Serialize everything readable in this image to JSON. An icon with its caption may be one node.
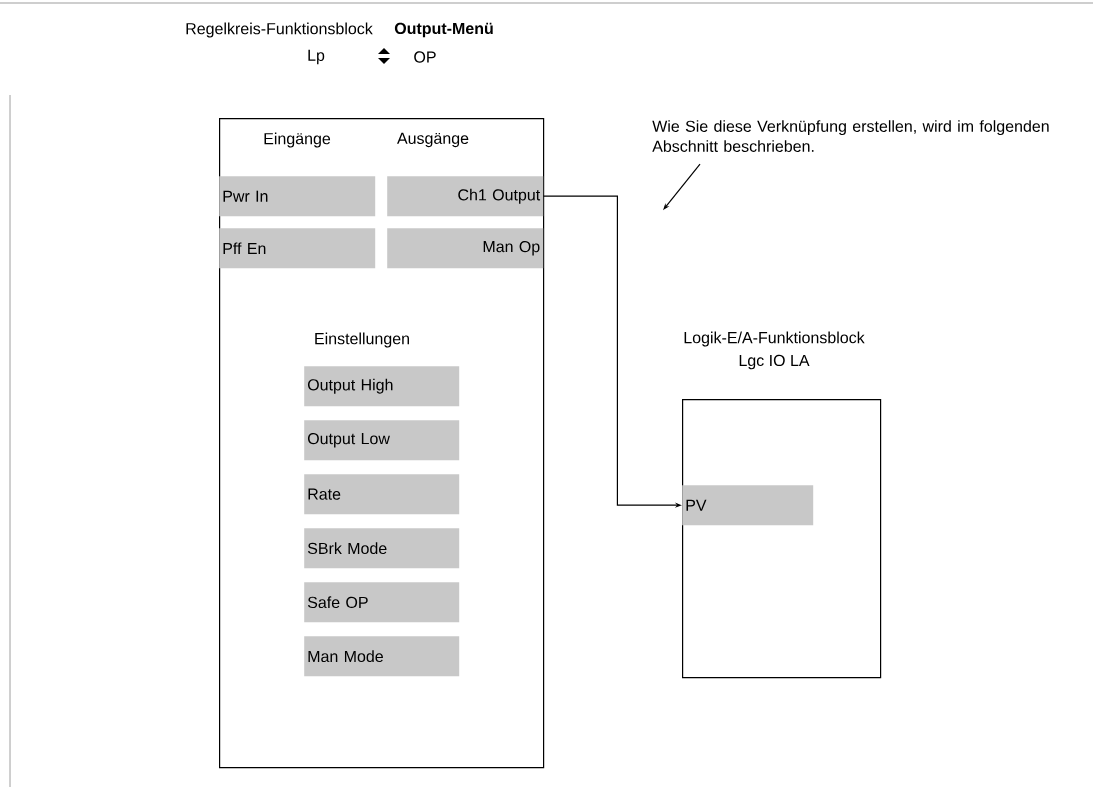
{
  "diagram": {
    "nodes": [
      {
        "text": [
          "Eingänge",
          "Ausgänge",
          "Einstellungen"
        ]
      },
      {
        "text": [
          "Pwr In"
        ],
        "in": 0
      },
      {
        "text": [
          "Ch1 Output"
        ],
        "in": 0
      },
      {
        "text": [
          "Pff En"
        ],
        "in": 0
      },
      {
        "text": [
          "Man Op"
        ],
        "in": 0
      },
      {
        "text": [
          "Output High"
        ],
        "in": 0
      },
      {
        "text": [
          "Output Low"
        ],
        "in": 0
      },
      {
        "text": [
          "Rate"
        ],
        "in": 0
      },
      {
        "text": [
          "SBrk Mode"
        ],
        "in": 0
      },
      {
        "text": [
          "Safe OP"
        ],
        "in": 0
      },
      {
        "text": [
          "Man Mode"
        ],
        "in": 0
      },
      {
        "text": [
          "Logik-E/A-Funktionsblock",
          "Lgc IO LA"
        ]
      },
      {
        "text": [
          "PV"
        ],
        "in": 11
      },
      {
        "text": [
          "Wie Sie diese Verknüpfung erstellen, wird im folgenden Abschnitt beschrieben."
        ]
      }
    ],
    "edges": [
      {
        "from": 2,
        "to": 12,
        "arrow": "to"
      },
      {
        "from": 13,
        "to": null,
        "arrow": "to"
      }
    ],
    "labels": [
      "Regelkreis-Funktionsblock",
      "Output-Menü",
      "Lp",
      "OP"
    ]
  }
}
